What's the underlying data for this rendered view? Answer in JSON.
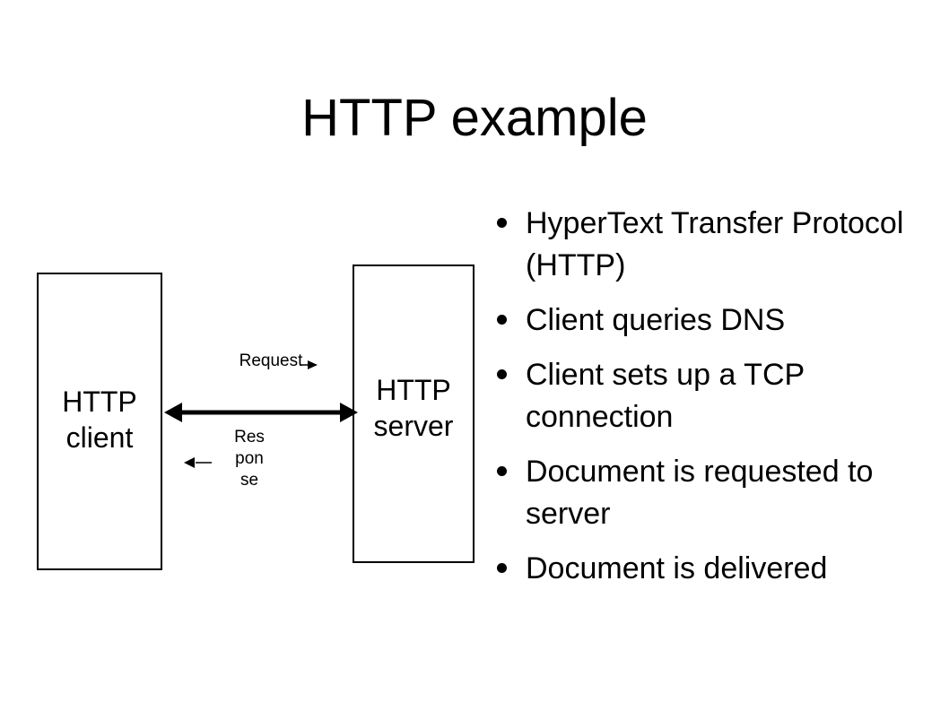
{
  "slide": {
    "title": "HTTP example"
  },
  "diagram": {
    "client_label_line1": "HTTP",
    "client_label_line2": "client",
    "server_label_line1": "HTTP",
    "server_label_line2": "server",
    "request_label": "Request",
    "response_label_line1": "Res",
    "response_label_line2": "pon",
    "response_label_line3": "se"
  },
  "bullets": [
    {
      "text": "HyperText Transfer Protocol (HTTP)"
    },
    {
      "text": "Client queries DNS"
    },
    {
      "text": "Client sets up a TCP connection"
    },
    {
      "text": "Document is requested to server"
    },
    {
      "text": "Document is delivered"
    }
  ],
  "colors": {
    "text": "#000000",
    "background": "#ffffff",
    "lines": "#000000"
  }
}
